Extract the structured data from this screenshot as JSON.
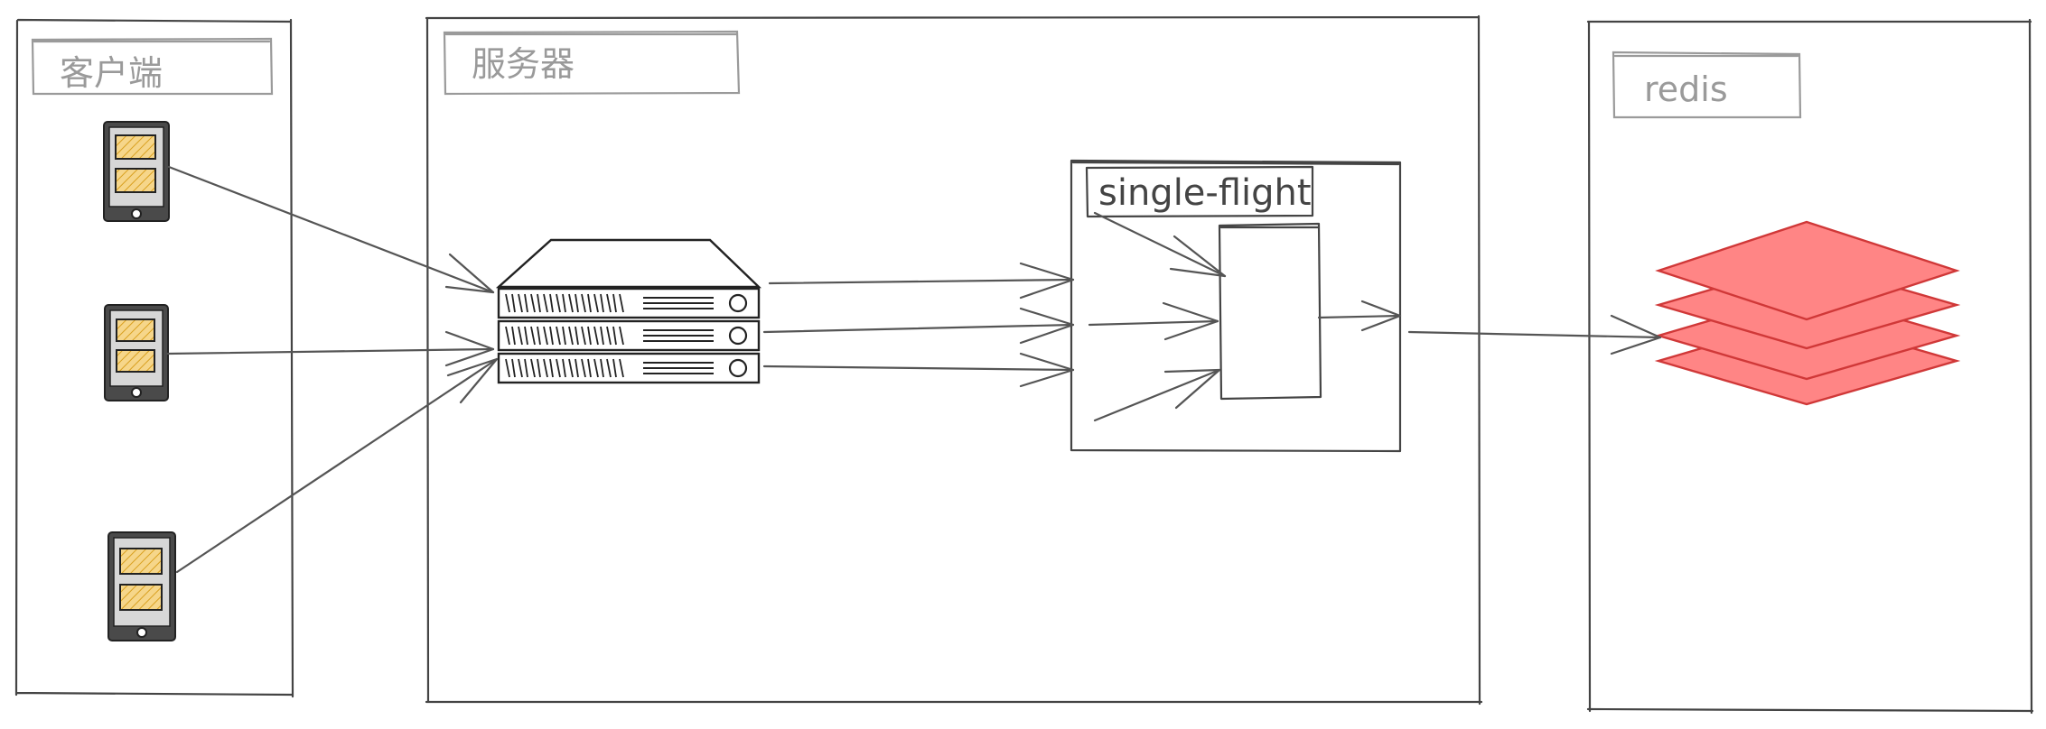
{
  "panels": {
    "client": {
      "label": "客户端"
    },
    "server": {
      "label": "服务器"
    },
    "redis": {
      "label": "redis"
    }
  },
  "singleflight": {
    "label": "single-flight"
  },
  "colors": {
    "redis_layer_fill": "#ff8585",
    "redis_layer_stroke": "#d03838",
    "phone_screen": "#f2c766",
    "stroke": "#444444",
    "label_gray": "#9a9a9a"
  },
  "icons": {
    "client_devices": [
      "phone-icon",
      "phone-icon",
      "phone-icon"
    ],
    "server": "server-rack-icon",
    "redis": "stacked-layers-icon"
  }
}
